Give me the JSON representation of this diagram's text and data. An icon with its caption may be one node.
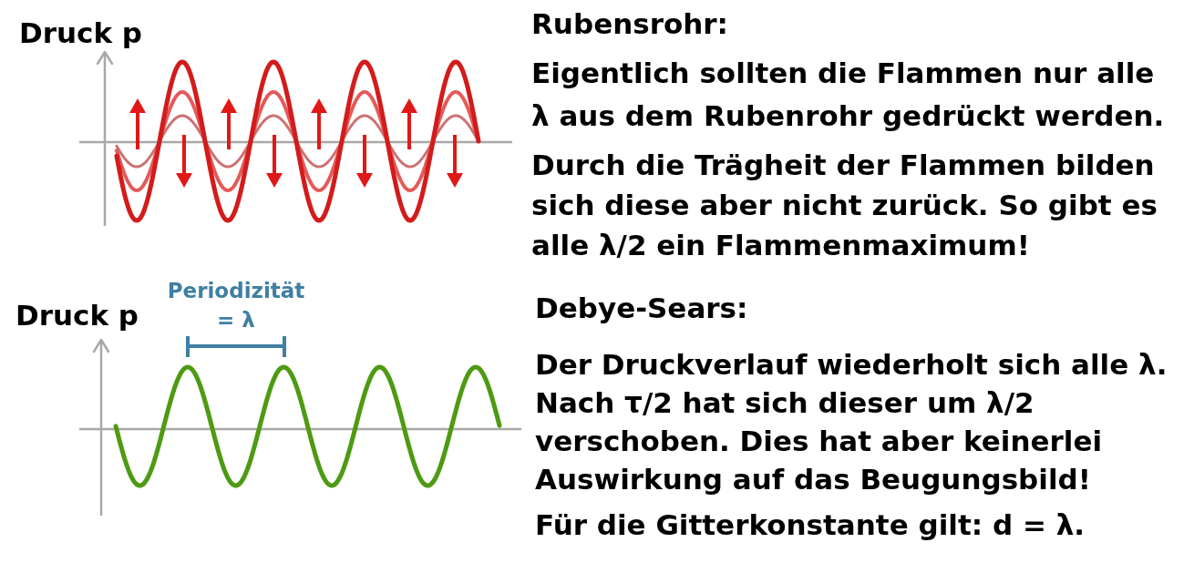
{
  "diagram": {
    "labels": [
      "Druck p",
      "Rubensrohr:",
      "Eigentlich sollten die Flammen nur alle λ aus dem Rubenrohr gedrückt werden.",
      "Durch die Trägheit der Flammen bilden sich diese aber nicht zurück. So gibt es alle λ/2 ein Flammenmaximum!",
      "Periodizität = λ",
      "Druck p",
      "Debye-Sears:",
      "Der Druckverlauf wiederholt sich alle λ. Nach τ/2 hat sich dieser um λ/2 verschoben. Dies hat aber keinerlei Auswirkung auf das Beugungsbild!",
      "Für die Gitterkonstante gilt: d = λ."
    ]
  }
}
